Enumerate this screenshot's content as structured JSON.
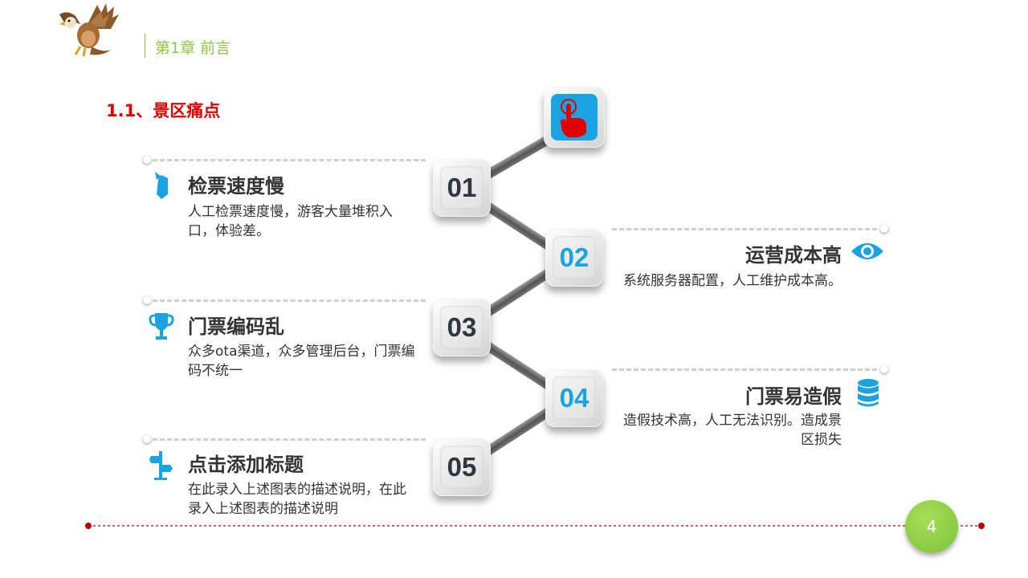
{
  "header": {
    "chapter": "第1章  前言"
  },
  "section_title": "1.1、景区痛点",
  "items": [
    {
      "number": "01",
      "title": "检票速度慢",
      "desc": "人工检票速度慢，游客大量堆积入口，体验差。",
      "icon": "tie-icon"
    },
    {
      "number": "02",
      "title": "运营成本高",
      "desc": "系统服务器配置，人工维护成本高。",
      "icon": "eye-icon"
    },
    {
      "number": "03",
      "title": "门票编码乱",
      "desc": "众多ota渠道，众多管理后台，门票编码不统一",
      "icon": "trophy-icon"
    },
    {
      "number": "04",
      "title": "门票易造假",
      "desc": "造假技术高，人工无法识别。造成景区损失",
      "icon": "database-icon"
    },
    {
      "number": "05",
      "title": "点击添加标题",
      "desc": "在此录入上述图表的描述说明，在此录入上述图表的描述说明",
      "icon": "signpost-icon"
    }
  ],
  "page_number": "4",
  "colors": {
    "accent_green": "#8dc63f",
    "section_red": "#e00000",
    "number_blue": "#1aa3e0",
    "number_dark": "#2f3640",
    "footer_red": "#c00000"
  }
}
